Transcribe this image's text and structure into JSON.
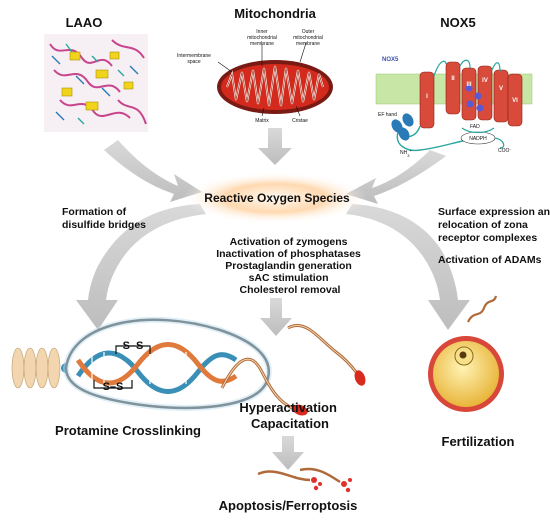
{
  "sources": {
    "laao": "LAAO",
    "mito": "Mitochondria",
    "nox5": "NOX5"
  },
  "mito_labels": {
    "inner": "Inner mitochondrial membrane",
    "outer": "Outer mitochondrial membrane",
    "intermembrane": "Intermembrane space",
    "matrix": "Matrix",
    "cristae": "Cristae"
  },
  "nox5_labels": {
    "title": "NOX5",
    "ef_hand": "EF hand",
    "nh3": "NH3+",
    "fad": "FAD",
    "nadph": "NADPH",
    "coo": "COO-",
    "helices": [
      "I",
      "II",
      "III",
      "IV",
      "V",
      "VI"
    ]
  },
  "ros": "Reactive Oxygen Species",
  "left_text": [
    "Formation of",
    "disulfide bridges"
  ],
  "right_text": [
    "Surface expression and",
    "relocation of zona",
    "receptor complexes",
    "",
    "Activation of ADAMs"
  ],
  "center_text": [
    "Activation of zymogens",
    "Inactivation of phosphatases",
    "Prostaglandin generation",
    "sAC stimulation",
    "Cholesterol removal"
  ],
  "crosslink": {
    "ss": "S–S",
    "caption": "Protamine Crosslinking"
  },
  "hyper": [
    "Hyperactivation",
    "Capacitation"
  ],
  "fertilization": "Fertilization",
  "apoptosis": "Apoptosis/Ferroptosis",
  "colors": {
    "arrow": "#c8c8c8",
    "ros_glow": "#f59a4a",
    "mito_red": "#d42a1e",
    "nox_red": "#d84a3a",
    "dna_blue": "#3a8fb7",
    "dna_orange": "#e07a3c",
    "egg_yellow": "#f2c94c",
    "egg_ring": "#d8473a"
  }
}
